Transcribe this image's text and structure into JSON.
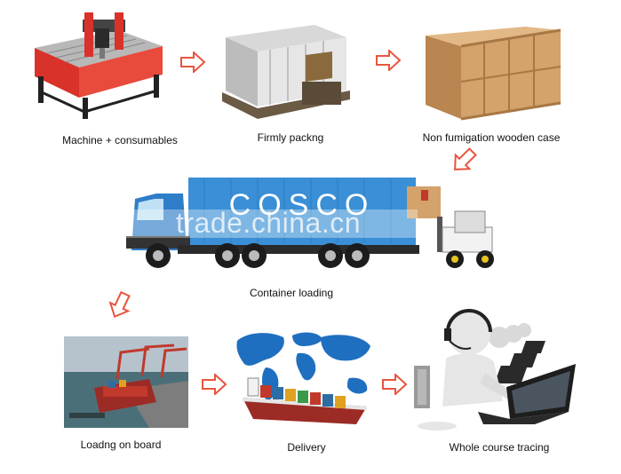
{
  "steps": [
    {
      "id": "machine",
      "label": "Machine + consumables",
      "icon": "cnc-router-machine"
    },
    {
      "id": "packing",
      "label": "Firmly packng",
      "icon": "wrapped-machine-on-pallet"
    },
    {
      "id": "wooden_case",
      "label": "Non fumigation wooden case",
      "icon": "wooden-crate"
    },
    {
      "id": "container",
      "label": "Container loading",
      "icon": "container-truck-forklift"
    },
    {
      "id": "loading",
      "label": "Loadng on board",
      "icon": "port-cranes-ship"
    },
    {
      "id": "delivery",
      "label": "Delivery",
      "icon": "cargo-ship-world-map"
    },
    {
      "id": "tracing",
      "label": "Whole course tracing",
      "icon": "customer-service-agents"
    }
  ],
  "container_text": "COSCO",
  "watermark": "trade.china.cn",
  "colors": {
    "arrow": "#e8553f",
    "container_blue": "#3a8fd6",
    "machine_red": "#d9322b",
    "crate": "#c9955c"
  }
}
